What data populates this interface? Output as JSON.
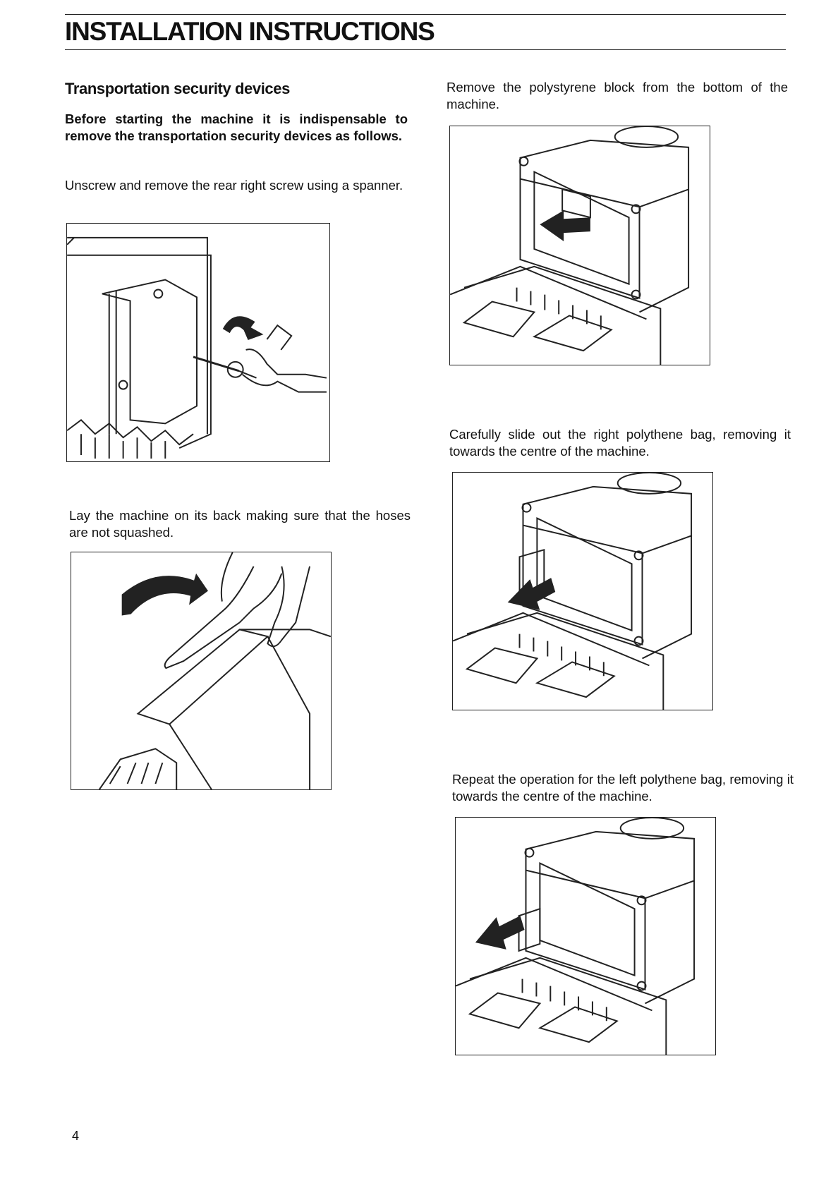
{
  "header": {
    "title": "INSTALLATION INSTRUCTIONS"
  },
  "left_column": {
    "heading": "Transportation security devices",
    "intro": "Before starting the machine it is indispensable to remove the transportation security devices as follows.",
    "step1": "Unscrew and remove the rear right screw using a spanner.",
    "step2": "Lay the machine on its back making sure that the hoses are not squashed."
  },
  "right_column": {
    "step3": "Remove the polystyrene block from the bottom of the machine.",
    "step4": "Carefully slide out the right polythene bag, removing it towards the centre of the machine.",
    "step5": "Repeat the operation for the left polythene bag, removing it towards the centre of the machine."
  },
  "footer": {
    "page_number": "4"
  }
}
